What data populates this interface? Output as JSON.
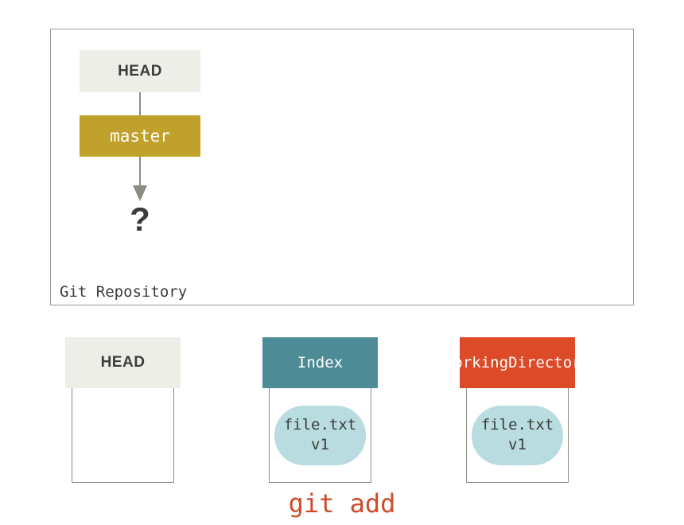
{
  "repository": {
    "label": "Git Repository",
    "head_box": {
      "label": "HEAD"
    },
    "branch_box": {
      "label": "master"
    },
    "unknown_commit": {
      "label": "?"
    }
  },
  "columns": [
    {
      "id": "head",
      "title": "HEAD",
      "title_lines": [
        "HEAD"
      ],
      "header_style": "light",
      "blob": null
    },
    {
      "id": "index",
      "title": "Index",
      "title_lines": [
        "Index"
      ],
      "header_style": "teal",
      "blob": {
        "name": "file.txt",
        "version": "v1"
      }
    },
    {
      "id": "working",
      "title": "Working Directory",
      "title_lines": [
        "Working",
        "Directory"
      ],
      "header_style": "red",
      "blob": {
        "name": "file.txt",
        "version": "v1"
      }
    }
  ],
  "caption": "git add",
  "colors": {
    "branch_gold": "#bfa12b",
    "index_teal": "#4d8b96",
    "working_red": "#dc4a28",
    "blob_blue": "#b9dce0",
    "header_light": "#eeeee8",
    "caption_red": "#cf4b29",
    "frame_border": "#9a9a93",
    "text_dark": "#3c3c3c"
  }
}
